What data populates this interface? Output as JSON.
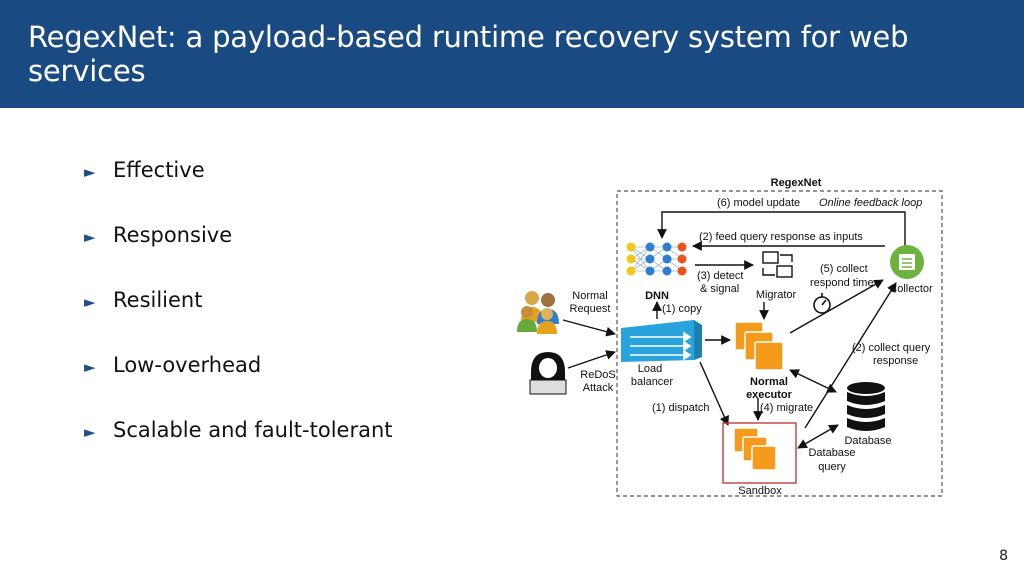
{
  "slide": {
    "title": "RegexNet: a payload-based runtime recovery system for web services",
    "page_number": "8"
  },
  "bullets": [
    "Effective",
    "Responsive",
    "Resilient",
    "Low-overhead",
    "Scalable and fault-tolerant"
  ],
  "diagram": {
    "title": "RegexNet",
    "model_update": "(6) model update",
    "feedback_loop": "Online feedback loop",
    "feed_query": "(2) feed query response as inputs",
    "detect_1": "(3) detect",
    "detect_2": "& signal",
    "collect_time_1": "(5) collect",
    "collect_time_2": "respond time",
    "dnn": "DNN",
    "migrator": "Migrator",
    "collector": "Collector",
    "normal_request_1": "Normal",
    "normal_request_2": "Request",
    "copy": "(1) copy",
    "load_balancer_1": "Load",
    "load_balancer_2": "balancer",
    "redos_1": "ReDoS",
    "redos_2": "Attack",
    "normal_executor_1": "Normal",
    "normal_executor_2": "executor",
    "collect_query_1": "(2) collect query",
    "collect_query_2": "response",
    "dispatch": "(1) dispatch",
    "migrate": "(4) migrate",
    "database": "Database",
    "database_query_1": "Database",
    "database_query_2": "query",
    "sandbox": "Sandbox"
  },
  "colors": {
    "title_bar": "#1a4a82",
    "lb_blue": "#29a3dc",
    "executor_orange": "#f59a1b",
    "collector_green": "#6cb33e",
    "sandbox_border": "#c23b3b"
  }
}
